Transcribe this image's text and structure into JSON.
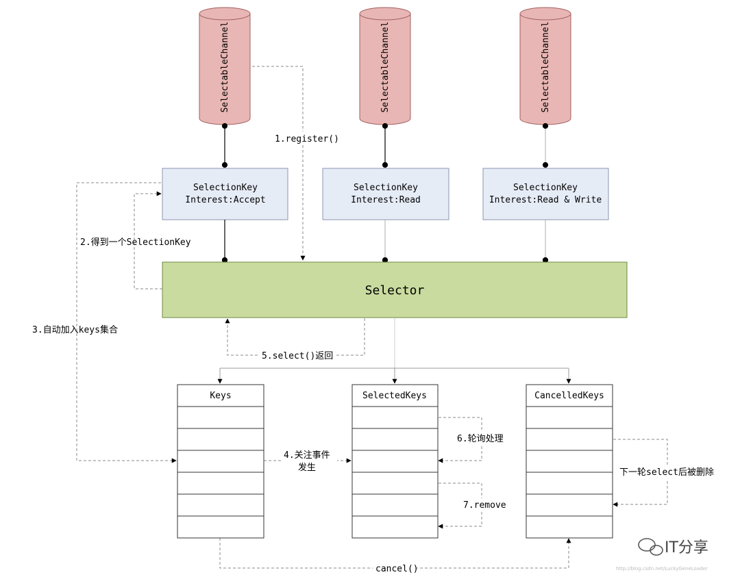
{
  "channels": [
    {
      "label": "SelectableChannel"
    },
    {
      "label": "SelectableChannel"
    },
    {
      "label": "SelectableChannel"
    }
  ],
  "selection_keys": [
    {
      "line1": "SelectionKey",
      "line2": "Interest:Accept"
    },
    {
      "line1": "SelectionKey",
      "line2": "Interest:Read"
    },
    {
      "line1": "SelectionKey",
      "line2": "Interest:Read & Write"
    }
  ],
  "selector": {
    "label": "Selector"
  },
  "key_sets": [
    {
      "label": "Keys"
    },
    {
      "label": "SelectedKeys"
    },
    {
      "label": "CancelledKeys"
    }
  ],
  "steps": {
    "register": "1.register()",
    "get_key": "2.得到一个SelectionKey",
    "auto_add": "3.自动加入keys集合",
    "event_line1": "4.关注事件",
    "event_line2": "发生",
    "select_return": "5.select()返回",
    "poll": "6.轮询处理",
    "remove": "7.remove",
    "next_round_delete": "下一轮select后被删除",
    "cancel": "cancel()"
  },
  "watermark": {
    "brand": "IT分享",
    "url": "http://blog.csdn.net/LuckyGeneLoader"
  },
  "colors": {
    "channel_fill": "#e8b6b4",
    "channel_stroke": "#a06060",
    "key_fill": "#e6ecf6",
    "key_stroke": "#8896b0",
    "selector_fill": "#c9db9f",
    "selector_stroke": "#6f8a3f",
    "line": "#000000",
    "dashed": "#8a8a8a"
  }
}
